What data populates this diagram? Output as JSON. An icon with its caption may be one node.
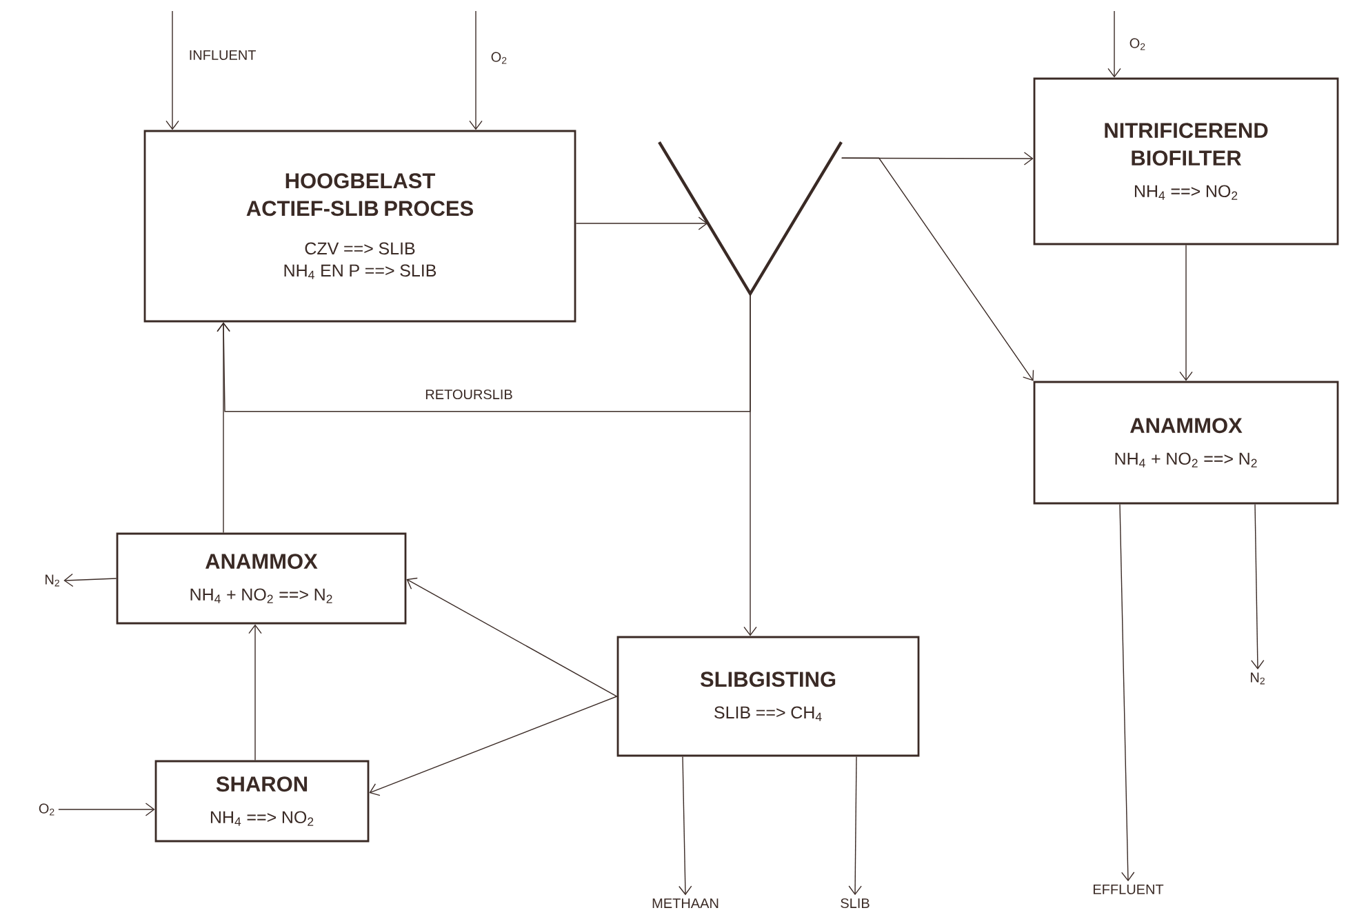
{
  "diagram": {
    "nodes": [
      {
        "text": [
          "HOOGBELAST ACTIEF-SLIB PROCES",
          "CZV ==> SLIB",
          "NH$_{4}$ EN P ==> SLIB"
        ]
      },
      {
        "text": [],
        "shape": "funnel"
      },
      {
        "text": [
          "NITRIFICEREND BIOFILTER",
          "NH$_{4}$ ==> NO$_{2}$"
        ]
      },
      {
        "text": [
          "ANAMMOX",
          "NH$_{4}$ + NO$_{2}$ ==> N$_{2}$"
        ]
      },
      {
        "text": [
          "N$_{2}$"
        ]
      },
      {
        "text": [
          "ANAMMOX",
          "NH$_{4}$ + NO$_{2}$ ==> N$_{2}$"
        ]
      },
      {
        "text": [
          "SLIBGISTING",
          "SLIB ==> CH$_{4}$"
        ]
      },
      {
        "text": [
          "O$_{2}$"
        ]
      },
      {
        "text": [
          "SHARON",
          "NH$_{4}$ ==> NO$_{2}$"
        ]
      },
      {
        "text": [
          "METHAAN"
        ]
      },
      {
        "text": [
          "SLIB"
        ]
      },
      {
        "text": [
          "EFFLUENT"
        ]
      },
      {
        "text": [
          "N$_{2}$"
        ]
      }
    ],
    "edges": [
      {
        "from": null,
        "to": 0,
        "arrow": "to",
        "label": "INFLUENT"
      },
      {
        "from": null,
        "to": 0,
        "arrow": "to",
        "label": "O$_{2}$"
      },
      {
        "from": 0,
        "to": 1,
        "arrow": "to"
      },
      {
        "from": 1,
        "to": 2,
        "arrow": "to"
      },
      {
        "from": 1,
        "to": 3,
        "arrow": "to"
      },
      {
        "from": 2,
        "to": 3,
        "arrow": "to"
      },
      {
        "from": 1,
        "to": 6,
        "arrow": "to"
      },
      {
        "from": 1,
        "to": 0,
        "arrow": "to",
        "label": "RETOURSLIB"
      },
      {
        "from": 5,
        "to": 0,
        "arrow": "to"
      },
      {
        "from": 5,
        "to": 4,
        "arrow": "to"
      },
      {
        "from": 8,
        "to": 5,
        "arrow": "to"
      },
      {
        "from": 6,
        "to": 5,
        "arrow": "to"
      },
      {
        "from": 6,
        "to": 8,
        "arrow": "to"
      },
      {
        "from": 7,
        "to": 8,
        "arrow": "to"
      },
      {
        "from": 6,
        "to": 9,
        "arrow": "to"
      },
      {
        "from": 6,
        "to": 10,
        "arrow": "to"
      },
      {
        "from": 3,
        "to": 11,
        "arrow": "to"
      },
      {
        "from": 3,
        "to": 12,
        "arrow": "to"
      },
      {
        "from": null,
        "to": 2,
        "arrow": "to",
        "label": "O$_{2}$"
      }
    ]
  }
}
